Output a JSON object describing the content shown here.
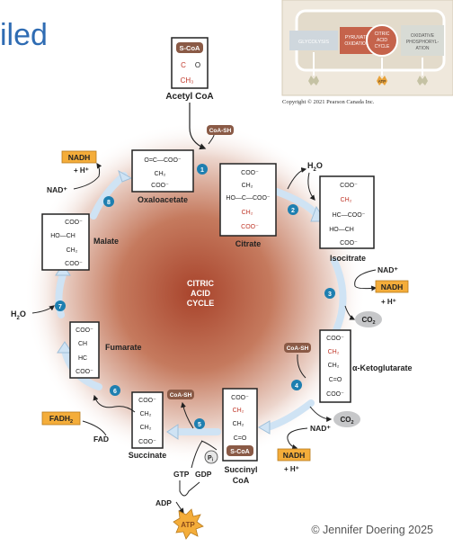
{
  "slide": {
    "title_fragment": "iled",
    "credit": "© Jennifer Doering 2025"
  },
  "inset": {
    "glycolysis": "GLYCOLYSIS",
    "pyruvate_1": "PYRUVATE",
    "pyruvate_2": "OXIDATION",
    "citric_1": "CITRIC",
    "citric_2": "ACID",
    "citric_3": "CYCLE",
    "oxphos_1": "OXIDATIVE",
    "oxphos_2": "PHOSPHORYL-",
    "oxphos_3": "ATION",
    "atp": "ATP",
    "caption": "Copyright © 2021 Pearson Canada Inc."
  },
  "cycle": {
    "center_1": "CITRIC",
    "center_2": "ACID",
    "center_3": "CYCLE",
    "steps": [
      "1",
      "2",
      "3",
      "4",
      "5",
      "6",
      "7",
      "8"
    ],
    "molecules": {
      "acetyl_coa": "Acetyl CoA",
      "citrate": "Citrate",
      "isocitrate": "Isocitrate",
      "ketoglutarate": "α-Ketoglutarate",
      "succinyl_coa_1": "Succinyl",
      "succinyl_coa_2": "CoA",
      "succinate": "Succinate",
      "fumarate": "Fumarate",
      "malate": "Malate",
      "oxaloacetate": "Oxaloacetate"
    },
    "badges": {
      "scoa": "S-CoA",
      "coash": "CoA-SH",
      "nadh": "NADH",
      "fadh": "FADH",
      "fadh_sub": "2",
      "co2": "CO",
      "co2_sub": "2",
      "atp": "ATP"
    },
    "side": {
      "h2o": "H",
      "h2o_sub": "2",
      "h2o_tail": "O",
      "hplus": "+ H⁺",
      "nadplus": "NAD⁺",
      "fad": "FAD",
      "gtp": "GTP",
      "gdp": "GDP",
      "adp": "ADP",
      "pi": "P",
      "pi_sub": "i"
    },
    "struct": {
      "coo": "COO⁻",
      "ch2": "CH₂",
      "ch3": "CH₃",
      "ch": "CH",
      "c": "C",
      "hc": "HC",
      "ho": "HO",
      "o": "O",
      "c_eq_o": "C=O",
      "o_eq_c": "O=C",
      "ho_c": "HO—C—COO⁻",
      "ho_ch": "HO—CH",
      "hc_coo": "HC—COO⁻",
      "o_eq_c_coo": "O=C—COO⁻",
      "c_dash": "C"
    }
  },
  "colors": {
    "title_blue": "#2f6cb3",
    "arrow_blue": "#cfe3f4",
    "arrow_stroke": "#9fbfd9",
    "step_teal": "#1e7fb0",
    "orange": "#f4ad3a",
    "brown": "#8a5a46",
    "red_center": "#a8432b"
  }
}
